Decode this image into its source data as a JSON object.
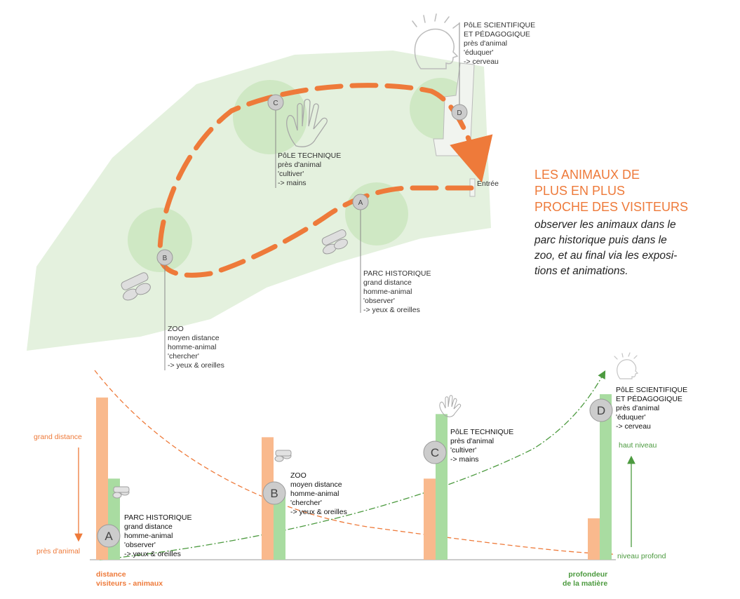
{
  "heading": {
    "title_lines": [
      "LES ANIMAUX DE",
      "PLUS EN PLUS",
      "PROCHE DES VISITEURS"
    ],
    "subtitle_lines": [
      "observer les animaux dans le",
      "parc historique puis dans le",
      "zoo, et au final via les exposi-",
      "tions et animations."
    ]
  },
  "map": {
    "entry_label": "Entrée",
    "stations": [
      {
        "letter": "A",
        "lines": [
          "PARC HISTORIQUE",
          "grand distance",
          "homme-animal",
          "'observer'",
          "-> yeux & oreilles"
        ]
      },
      {
        "letter": "B",
        "lines": [
          "ZOO",
          "moyen distance",
          "homme-animal",
          "'chercher'",
          "-> yeux & oreilles"
        ]
      },
      {
        "letter": "C",
        "lines": [
          "PôLE TECHNIQUE",
          "près d'animal",
          "'cultiver'",
          "-> mains"
        ]
      },
      {
        "letter": "D",
        "lines": [
          "PôLE SCIENTIFIQUE",
          "ET PÉDAGOGIQUE",
          "près d'animal",
          "'éduquer'",
          "-> cerveau"
        ]
      }
    ]
  },
  "axis": {
    "left_top": "grand distance",
    "left_bottom": "près d'animal",
    "left_caption_lines": [
      "distance",
      "visiteurs - animaux"
    ],
    "right_top": "haut niveau",
    "right_bottom": "niveau profond",
    "right_caption_lines": [
      "profondeur",
      "de la matière"
    ]
  },
  "chart_data": {
    "type": "bar",
    "categories": [
      "A",
      "B",
      "C",
      "D"
    ],
    "series": [
      {
        "values": [
          0.98,
          0.74,
          0.49,
          0.25
        ]
      },
      {
        "values": [
          0.49,
          0.39,
          0.88,
          1.0
        ]
      }
    ],
    "ylim": [
      0,
      1
    ],
    "labels": [
      [
        "PARC HISTORIQUE",
        "grand distance",
        "homme-animal",
        "'observer'",
        "-> yeux & oreilles"
      ],
      [
        "ZOO",
        "moyen distance",
        "homme-animal",
        "'chercher'",
        "-> yeux & oreilles"
      ],
      [
        "PôLE TECHNIQUE",
        "près d'animal",
        "'cultiver'",
        "-> mains"
      ],
      [
        "PôLE SCIENTIFIQUE",
        "ET PÉDAGOGIQUE",
        "près d'animal",
        "'éduquer'",
        "-> cerveau"
      ]
    ],
    "colors": {
      "distance": "#f9b98d",
      "depth": "#a9dca1"
    }
  },
  "colors": {
    "accent_orange": "#ee7a3a",
    "accent_green": "#4c9a3f",
    "park_fill": "#e4f1de",
    "zone_fill": "#cfe8c4",
    "marker_fill": "#cccccc"
  }
}
